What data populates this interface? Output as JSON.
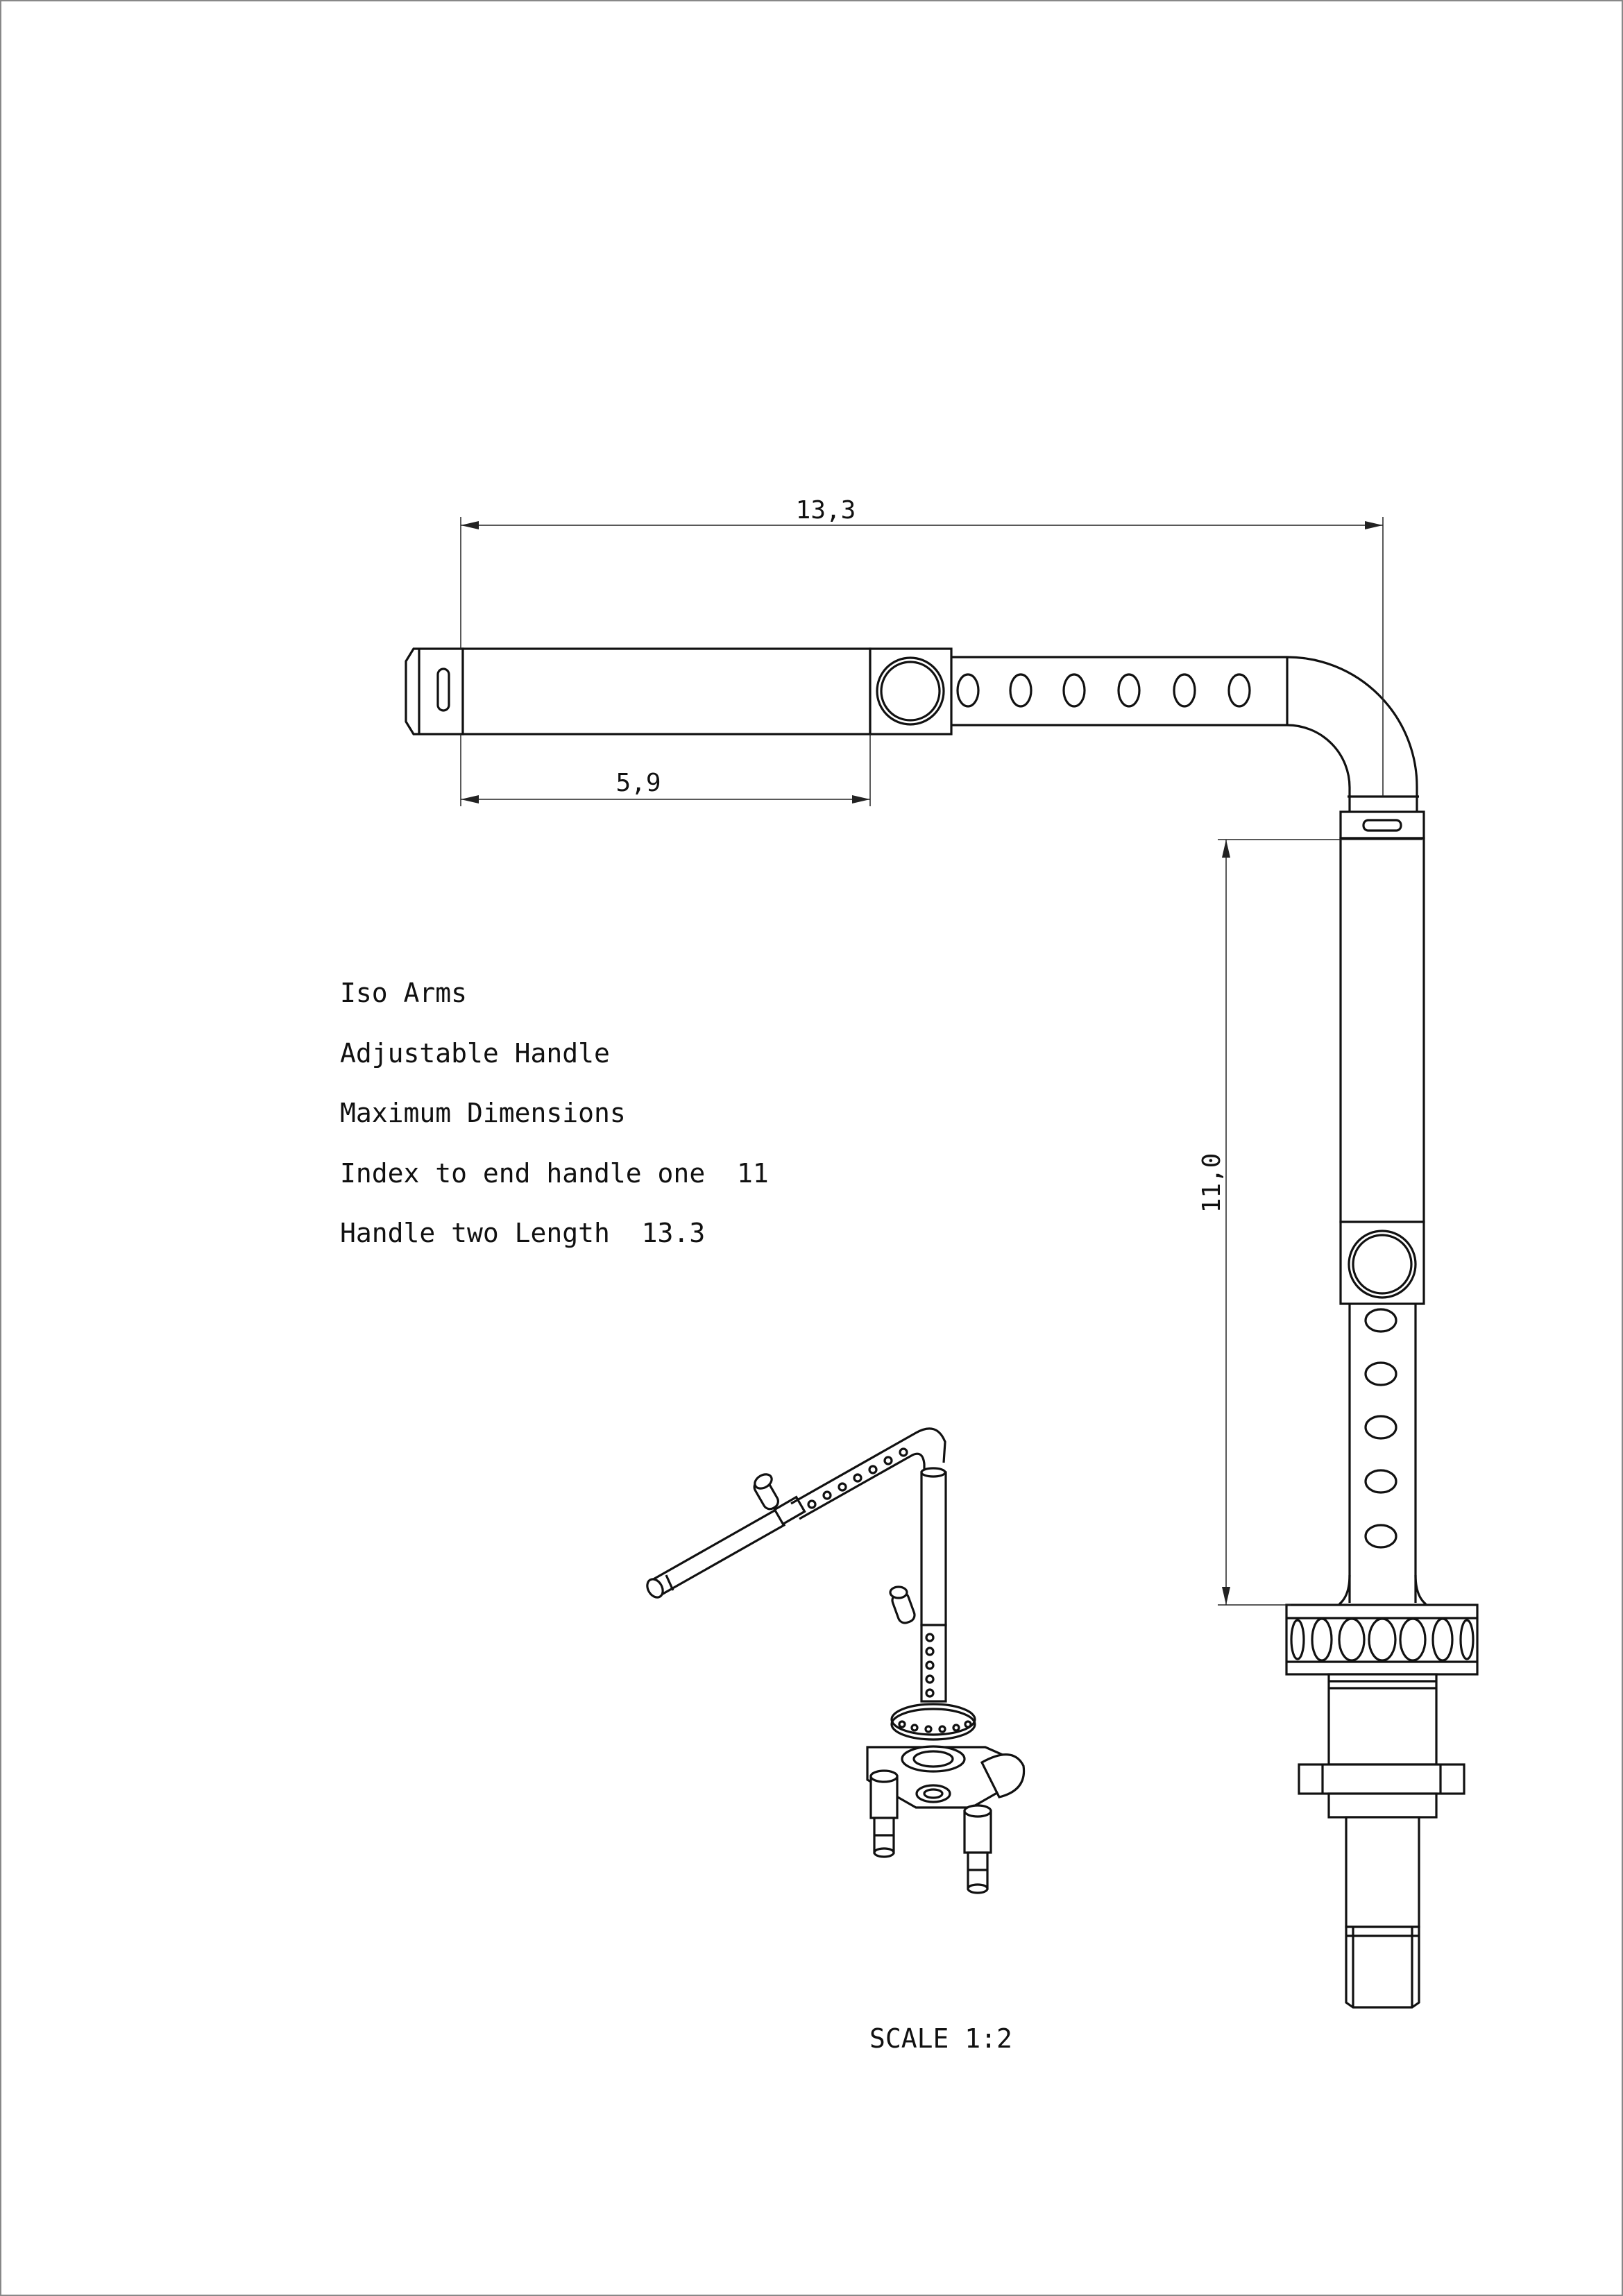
{
  "notes": {
    "line1": "Iso Arms",
    "line2": "Adjustable Handle",
    "line3": "Maximum Dimensions",
    "line4": "Index to end handle one  11",
    "line5": "Handle two Length  13.3"
  },
  "dimensions": {
    "overall_length": "13,3",
    "handle_length": "5,9",
    "vertical_length": "11,0"
  },
  "scale_label": "SCALE 1:2"
}
